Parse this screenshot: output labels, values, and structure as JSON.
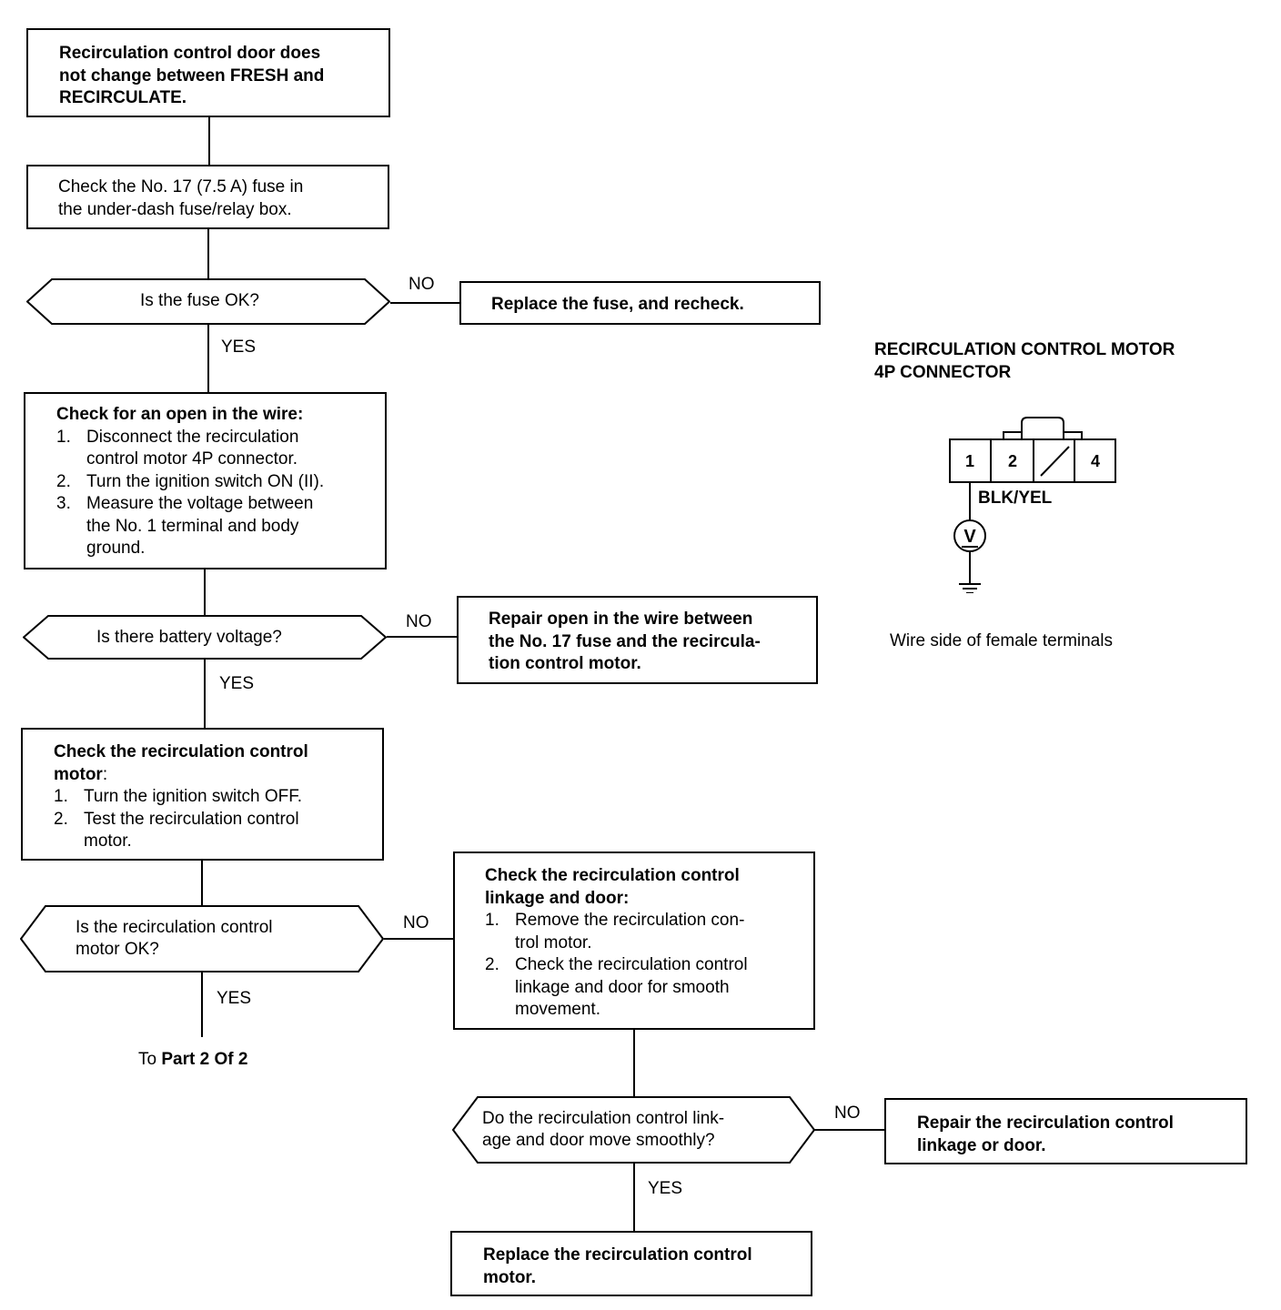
{
  "flowchart": {
    "start": [
      "Recirculation control door does",
      "not change between FRESH and",
      "RECIRCULATE."
    ],
    "check_fuse": [
      "Check the No. 17 (7.5 A) fuse in",
      "the under-dash fuse/relay box."
    ],
    "q_fuse": "Is the fuse OK?",
    "replace_fuse": "Replace the fuse, and recheck.",
    "check_wire": {
      "title": "Check for an open in the wire:",
      "steps": [
        {
          "n": "1.",
          "lines": [
            "Disconnect the recirculation",
            "control motor 4P connector."
          ]
        },
        {
          "n": "2.",
          "lines": [
            "Turn the ignition switch ON (II)."
          ]
        },
        {
          "n": "3.",
          "lines": [
            "Measure the voltage between",
            "the No. 1 terminal and body",
            "ground."
          ]
        }
      ]
    },
    "q_voltage": "Is there battery voltage?",
    "repair_wire": [
      "Repair open in the wire between",
      "the No. 17 fuse and the recircula-",
      "tion control motor."
    ],
    "check_motor": {
      "title": [
        "Check the recirculation control",
        "motor"
      ],
      "title_suffix": ":",
      "steps": [
        {
          "n": "1.",
          "lines": [
            "Turn the ignition switch OFF."
          ]
        },
        {
          "n": "2.",
          "lines": [
            "Test the recirculation control",
            "motor."
          ]
        }
      ]
    },
    "q_motor": [
      "Is the recirculation control",
      "motor OK?"
    ],
    "to_part_prefix": "To ",
    "to_part_bold": "Part 2 Of 2",
    "check_linkage": {
      "title": [
        "Check the recirculation control",
        "linkage and door:"
      ],
      "steps": [
        {
          "n": "1.",
          "lines": [
            "Remove the recirculation con-",
            "trol motor."
          ]
        },
        {
          "n": "2.",
          "lines": [
            "Check the recirculation control",
            "linkage and door for smooth",
            "movement."
          ]
        }
      ]
    },
    "q_linkage": [
      "Do the recirculation control link-",
      "age and door move smoothly?"
    ],
    "repair_linkage": [
      "Repair the recirculation control",
      "linkage or door."
    ],
    "replace_motor": [
      "Replace the recirculation control",
      "motor."
    ],
    "labels": {
      "yes": "YES",
      "no": "NO"
    }
  },
  "connector": {
    "title": [
      "RECIRCULATION CONTROL MOTOR",
      "4P CONNECTOR"
    ],
    "terminals": [
      "1",
      "2",
      "",
      "4"
    ],
    "wire": "BLK/YEL",
    "meter": "V",
    "caption": "Wire side of female terminals"
  }
}
